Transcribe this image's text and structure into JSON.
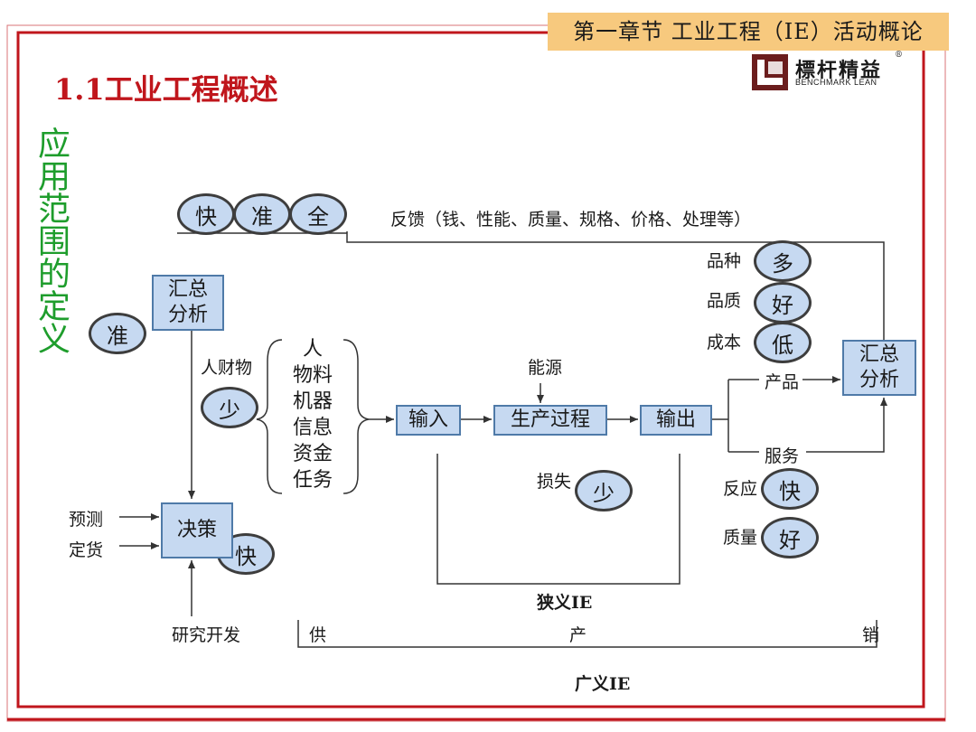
{
  "header": {
    "chapter_title": "第一章节  工业工程（IE）活动概论"
  },
  "page": {
    "section_title": "1.1工业工程概述",
    "vertical_title": "应用范围的定义"
  },
  "logo": {
    "cn": "標杆精益",
    "en": "BENCHMARK LEAN",
    "reg": "®"
  },
  "diagram": {
    "top_ovals": [
      "快",
      "准",
      "全"
    ],
    "feedback": "反馈（钱、性能、质量、规格、价格、处理等）",
    "summary_left": "汇总\n分析",
    "summary_right": "汇总\n分析",
    "zhun": "准",
    "renwucai": "人财物",
    "shao1": "少",
    "resources": [
      "人",
      "物料",
      "机器",
      "信息",
      "资金",
      "任务"
    ],
    "input": "输入",
    "process": "生产过程",
    "output": "输出",
    "energy": "能源",
    "loss": "损失",
    "shao2": "少",
    "product": "产品",
    "service": "服务",
    "variety": "品种",
    "duo": "多",
    "quality": "品质",
    "hao1": "好",
    "cost": "成本",
    "di": "低",
    "response": "反应",
    "kuai2": "快",
    "quality2": "质量",
    "hao2": "好",
    "forecast": "预测",
    "order": "定货",
    "decision": "决策",
    "kuai1": "快",
    "rnd": "研究开发",
    "narrow_ie": "狭义IE",
    "supply": "供",
    "produce": "产",
    "sell": "销",
    "broad_ie": "广义IE"
  },
  "colors": {
    "accent_red": "#c0161c",
    "green": "#1e9d2c",
    "box_fill": "#c6d9f1",
    "header_bg": "#f7c97e"
  }
}
